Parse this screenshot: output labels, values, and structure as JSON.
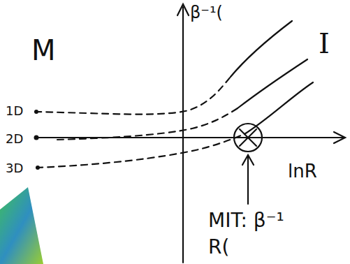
{
  "diagram": {
    "labels": [
      "M",
      "1D",
      "2D",
      "3D",
      "β⁻¹(",
      "I",
      "lnR",
      "MIT: β⁻¹",
      "R("
    ]
  }
}
